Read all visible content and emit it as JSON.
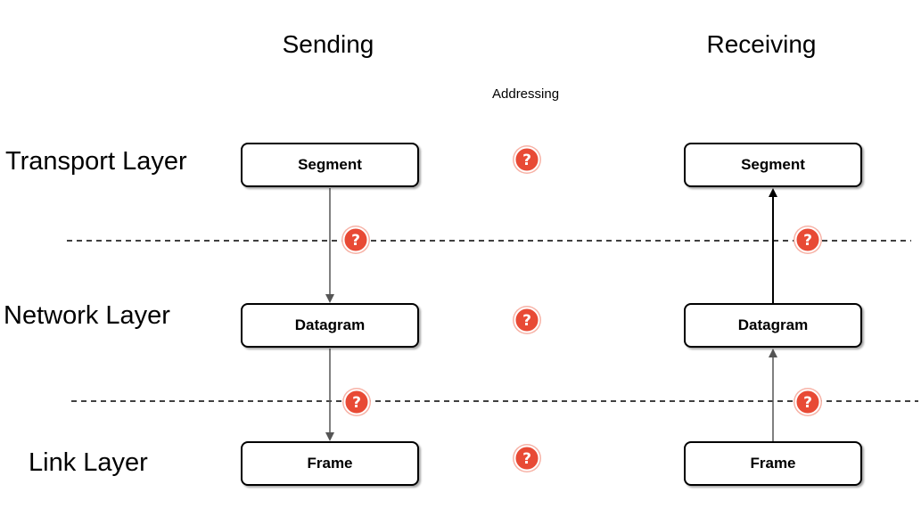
{
  "headers": {
    "sending": "Sending",
    "receiving": "Receiving"
  },
  "addressing_label": "Addressing",
  "layers": {
    "transport": "Transport Layer",
    "network": "Network Layer",
    "link": "Link Layer"
  },
  "boxes": {
    "send_segment": "Segment",
    "send_datagram": "Datagram",
    "send_frame": "Frame",
    "recv_segment": "Segment",
    "recv_datagram": "Datagram",
    "recv_frame": "Frame"
  },
  "icon": {
    "name": "question-icon",
    "glyph": "?",
    "color": "#e84a35",
    "ring_color": "#f7b2a6"
  }
}
